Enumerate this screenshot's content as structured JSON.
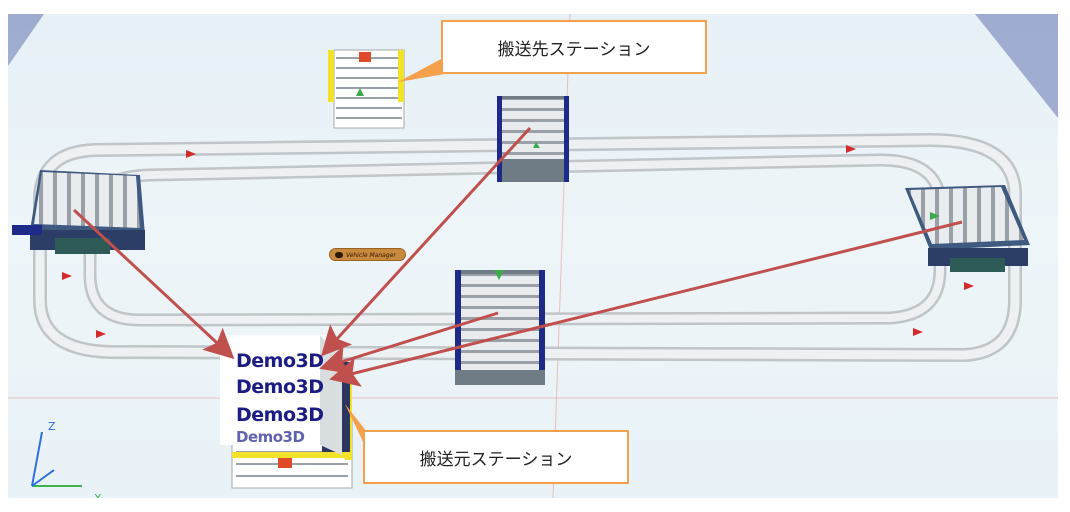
{
  "callouts": {
    "destination_station": "搬送先ステーション",
    "source_station": "搬送元ステーション"
  },
  "vehicle_manager_label": "Vehicle Manager",
  "box_brand": "Demo3D",
  "axis_labels": {
    "z": "Z",
    "x": "X"
  },
  "colors": {
    "callout_border": "#f5a04a",
    "arrow": "#c0504d",
    "track": "#d4d8da",
    "conveyor_frame": "#1e2a8a",
    "rack_yellow": "#f2e32a",
    "axis_z": "#2b6fe0",
    "axis_x": "#3bb54a"
  }
}
